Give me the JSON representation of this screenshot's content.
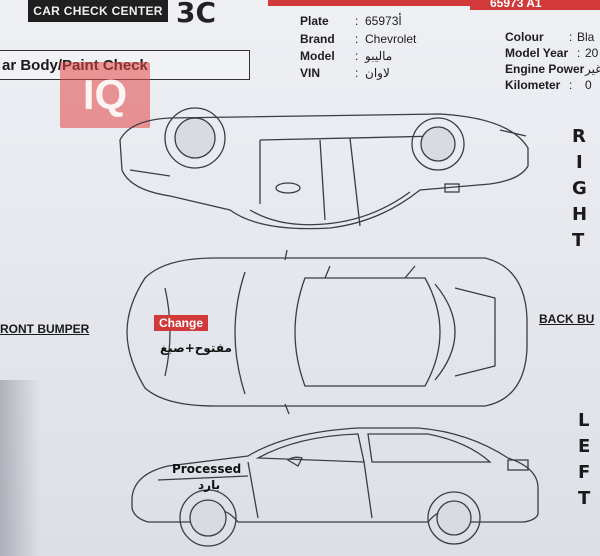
{
  "header": {
    "logo_text": "CAR CHECK CENTER",
    "logo_mark": "3C",
    "corner_text": "65973 A1",
    "accent_color": "#d23a3a"
  },
  "vehicle": {
    "plate_label": "Plate",
    "plate_value": "أ65973",
    "brand_label": "Brand",
    "brand_value": "Chevrolet",
    "model_label": "Model",
    "model_value": "ماليبو",
    "vin_label": "VIN",
    "vin_value": "لاوان",
    "colour_label": "Colour",
    "colour_value": "Bla",
    "year_label": "Model Year",
    "year_value": "20",
    "power_label": "Engine Power",
    "power_value": "غير",
    "km_label": "Kilometer",
    "km_value": "0"
  },
  "section_title": "ar Body/Paint Check",
  "watermark_text": "IQ",
  "sides": {
    "right": [
      "R",
      "I",
      "G",
      "H",
      "T"
    ],
    "left": [
      "L",
      "E",
      "F",
      "T"
    ]
  },
  "bumpers": {
    "front": "RONT BUMPER",
    "back": "BACK BU"
  },
  "annotations": {
    "change_tag": "Change",
    "change_note": "مفتوح+صبغ",
    "processed_label": "Processed",
    "processed_note": "بارد"
  },
  "colon": ":"
}
